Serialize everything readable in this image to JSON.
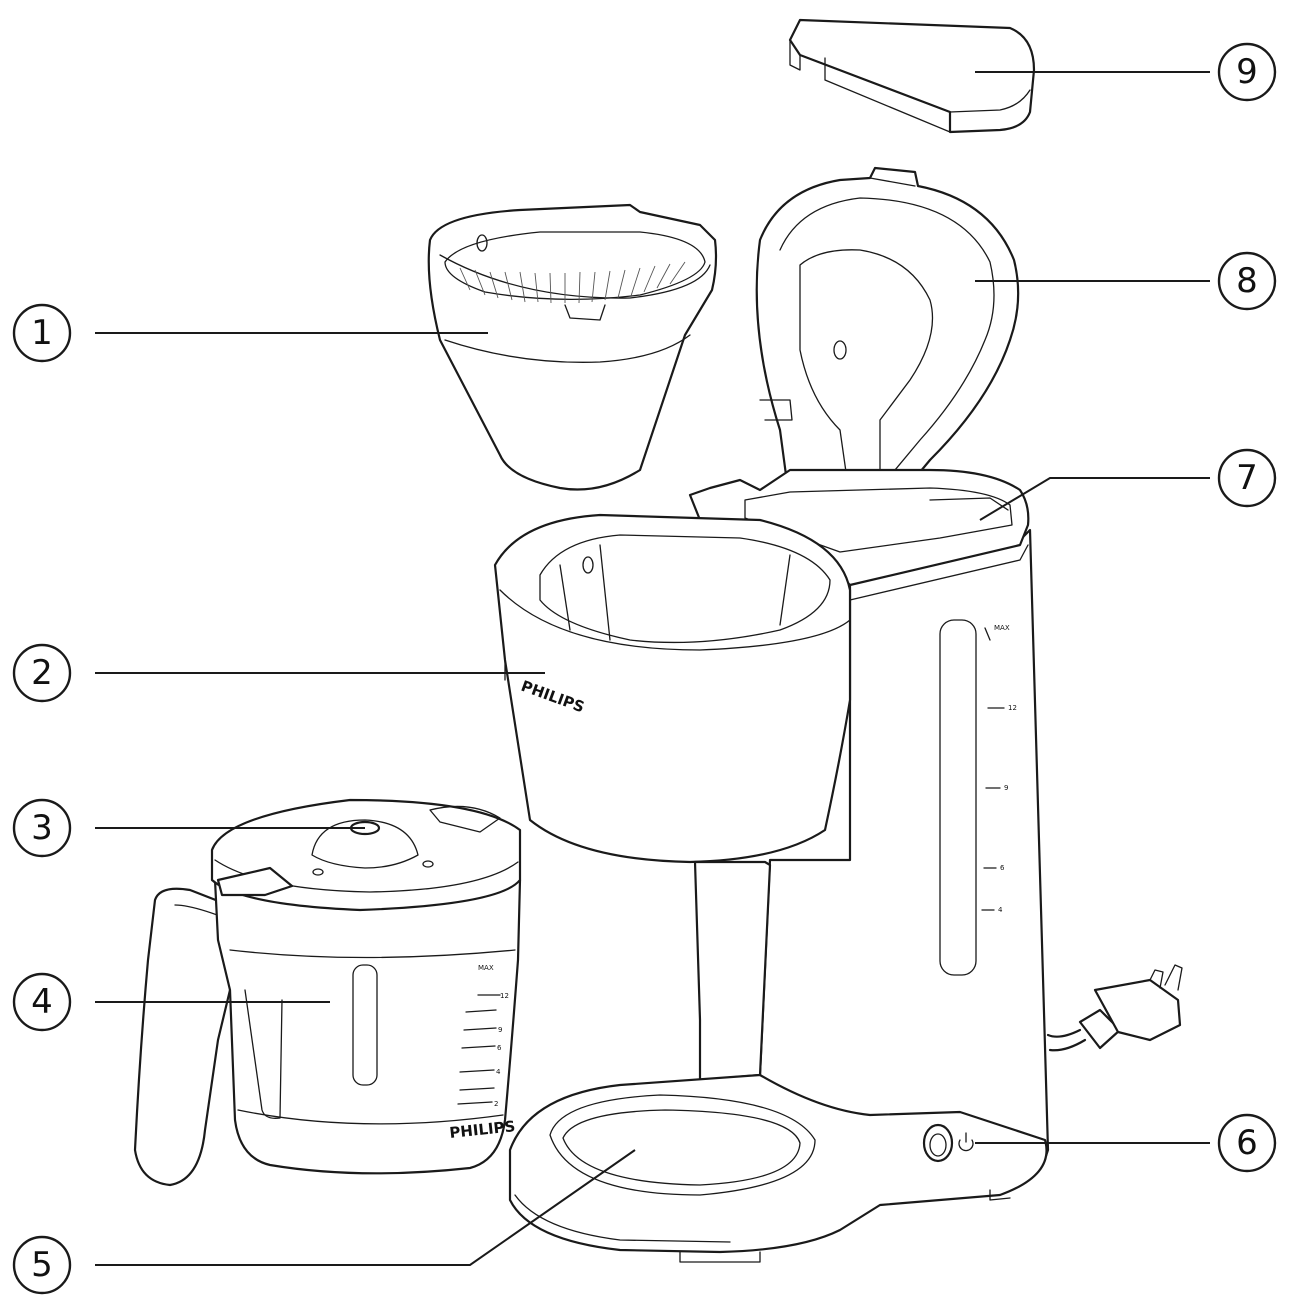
{
  "callouts": [
    {
      "id": "1",
      "label": "1"
    },
    {
      "id": "2",
      "label": "2"
    },
    {
      "id": "3",
      "label": "3"
    },
    {
      "id": "4",
      "label": "4"
    },
    {
      "id": "5",
      "label": "5"
    },
    {
      "id": "6",
      "label": "6"
    },
    {
      "id": "7",
      "label": "7"
    },
    {
      "id": "8",
      "label": "8"
    },
    {
      "id": "9",
      "label": "9"
    }
  ],
  "brand": {
    "machine": "PHILIPS",
    "jug": "PHILIPS"
  },
  "machine_scale": [
    "MAX",
    "12",
    "9",
    "6",
    "4"
  ],
  "jug_scale": [
    "MAX",
    "12",
    "9",
    "6",
    "4",
    "2"
  ]
}
